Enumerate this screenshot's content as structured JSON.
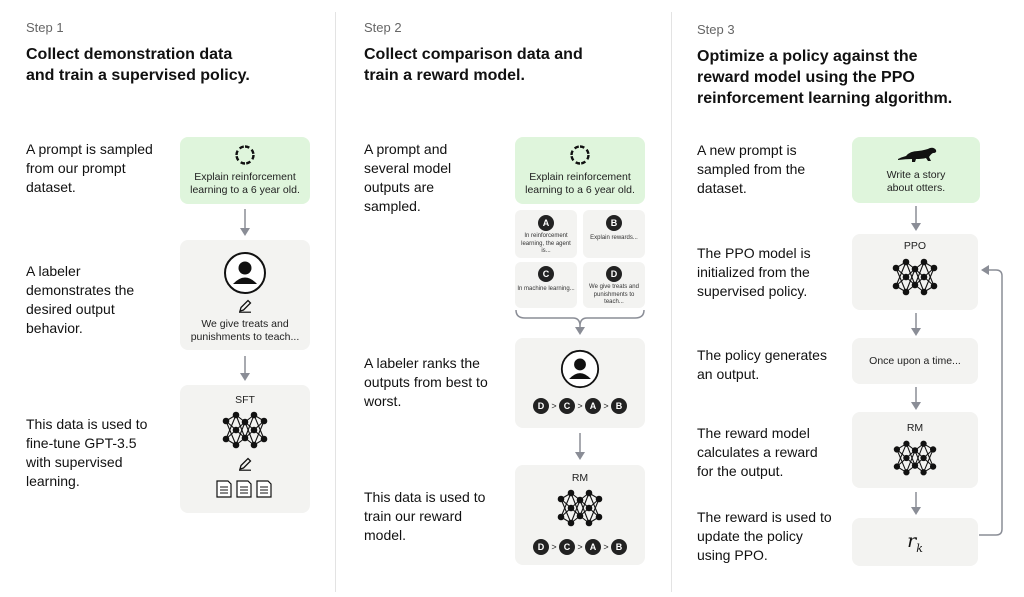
{
  "colors": {
    "accent_green": "#dff5dc",
    "card_gray": "#f3f3f1",
    "arrow": "#8a8d96",
    "badge": "#222222"
  },
  "step1": {
    "step_label": "Step 1",
    "title": "Collect demonstration data and train a supervised policy.",
    "desc1": "A prompt is sampled from our prompt dataset.",
    "desc2": "A labeler demonstrates the desired output behavior.",
    "desc3": "This data is used to fine-tune GPT-3.5 with supervised learning.",
    "prompt_text": "Explain reinforcement learning to a 6 year old.",
    "demo_text": "We give treats and punishments to teach...",
    "model_label": "SFT"
  },
  "step2": {
    "step_label": "Step 2",
    "title": "Collect comparison data and train a reward model.",
    "desc1": "A prompt and several model outputs are sampled.",
    "desc2": "A labeler ranks the outputs from best to worst.",
    "desc3": "This data is used to train our reward model.",
    "prompt_text": "Explain reinforcement learning to a 6 year old.",
    "outputs": [
      {
        "letter": "A",
        "text": "In reinforcement learning, the agent is..."
      },
      {
        "letter": "B",
        "text": "Explain rewards..."
      },
      {
        "letter": "C",
        "text": "In machine learning..."
      },
      {
        "letter": "D",
        "text": "We give treats and punishments to teach..."
      }
    ],
    "ranking": [
      "D",
      "C",
      "A",
      "B"
    ],
    "rank_sep": ">",
    "model_label": "RM"
  },
  "step3": {
    "step_label": "Step 3",
    "title": "Optimize a policy against the reward model using the PPO reinforcement learning algorithm.",
    "desc1": "A new prompt is sampled from the dataset.",
    "desc2": "The PPO model is initialized from the supervised policy.",
    "desc3": "The policy generates an output.",
    "desc4": "The reward model calculates a reward for the output.",
    "desc5": "The reward is used to update the policy using PPO.",
    "prompt_text": "Write a story about otters.",
    "ppo_label": "PPO",
    "output_text": "Once upon a time...",
    "rm_label": "RM",
    "reward_symbol": "r",
    "reward_subscript": "k"
  },
  "icons": {
    "prompt": "cycle-icon",
    "labeler": "person-icon",
    "edit": "pencil-icon",
    "network": "neural-network-icon",
    "docs": "document-icon",
    "otter": "otter-icon"
  }
}
